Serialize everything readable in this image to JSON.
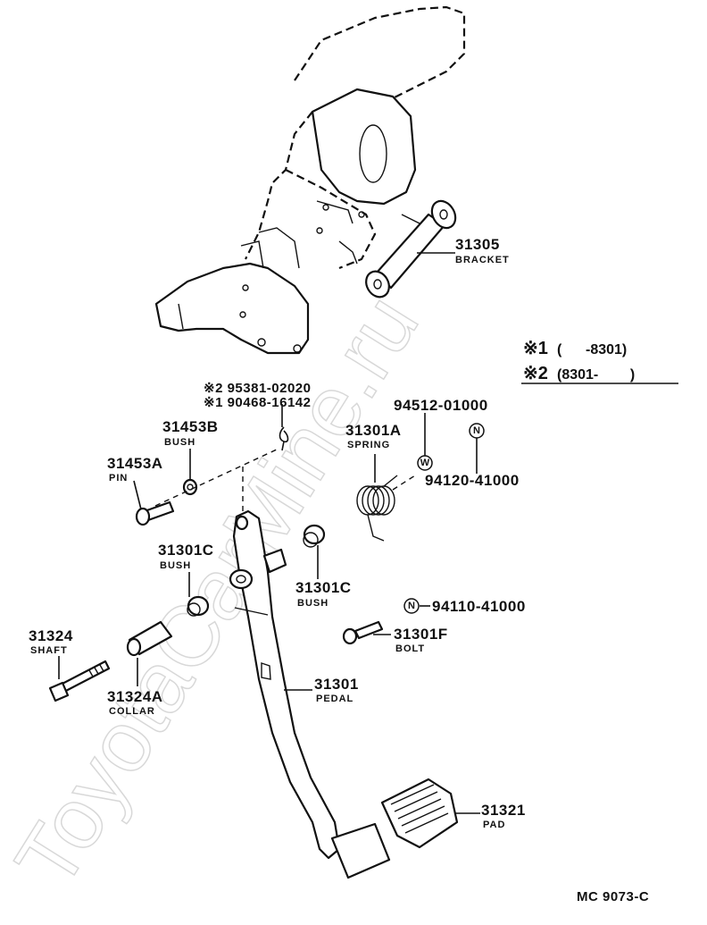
{
  "watermark": "ToyotaCarMine.ru",
  "drawing_code": "MC 9073-C",
  "notes": {
    "note1": {
      "mark": "※1",
      "range": "(      -8301)"
    },
    "note2": {
      "mark": "※2",
      "range": "(8301-        )"
    }
  },
  "parts": [
    {
      "id": "bracket",
      "number": "31305",
      "name": "BRACKET"
    },
    {
      "id": "clip-2",
      "number": "※2 95381-02020",
      "name": ""
    },
    {
      "id": "clip-1",
      "number": "※1 90468-16142",
      "name": ""
    },
    {
      "id": "bush-b",
      "number": "31453B",
      "name": "BUSH"
    },
    {
      "id": "pin",
      "number": "31453A",
      "name": "PIN"
    },
    {
      "id": "spring",
      "number": "31301A",
      "name": "SPRING"
    },
    {
      "id": "washer",
      "number": "94512-01000",
      "name": ""
    },
    {
      "id": "nut-1",
      "number": "94120-41000",
      "name": ""
    },
    {
      "id": "bush-c-left",
      "number": "31301C",
      "name": "BUSH"
    },
    {
      "id": "bush-c-right",
      "number": "31301C",
      "name": "BUSH"
    },
    {
      "id": "nut-2",
      "number": "94110-41000",
      "name": ""
    },
    {
      "id": "bolt",
      "number": "31301F",
      "name": "BOLT"
    },
    {
      "id": "shaft",
      "number": "31324",
      "name": "SHAFT"
    },
    {
      "id": "collar",
      "number": "31324A",
      "name": "COLLAR"
    },
    {
      "id": "pedal",
      "number": "31301",
      "name": "PEDAL"
    },
    {
      "id": "pad",
      "number": "31321",
      "name": "PAD"
    }
  ],
  "symbols": {
    "washer": "W",
    "nut": "N"
  }
}
